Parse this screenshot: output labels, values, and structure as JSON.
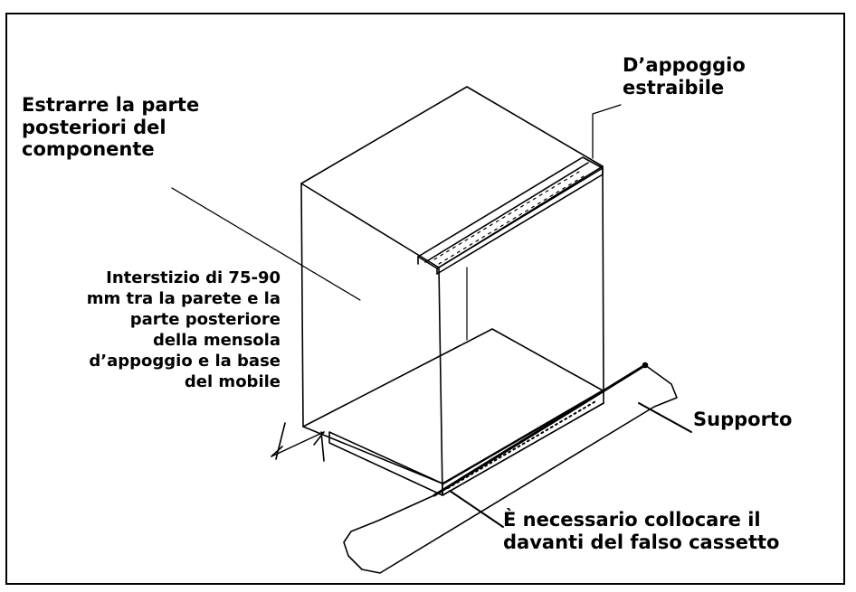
{
  "labels": {
    "extract": [
      "Estrarre la parte",
      "posteriori del",
      "componente"
    ],
    "support_removable": [
      "D’appoggio",
      "estraibile"
    ],
    "gap": [
      "Interstizio di 75-90",
      "mm tra la parete e la",
      "parte posteriore",
      "della mensola",
      "d’appoggio e la base",
      "del mobile"
    ],
    "support": "Supporto",
    "drawer_front": [
      "È necessario collocare il",
      "davanti del falso cassetto"
    ]
  }
}
